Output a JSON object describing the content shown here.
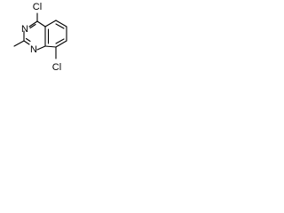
{
  "molecule": {
    "atoms": [
      {
        "id": "cl4",
        "label": "Cl"
      },
      {
        "id": "n3",
        "label": "N"
      },
      {
        "id": "n1",
        "label": "N"
      },
      {
        "id": "cl8",
        "label": "Cl"
      }
    ]
  }
}
